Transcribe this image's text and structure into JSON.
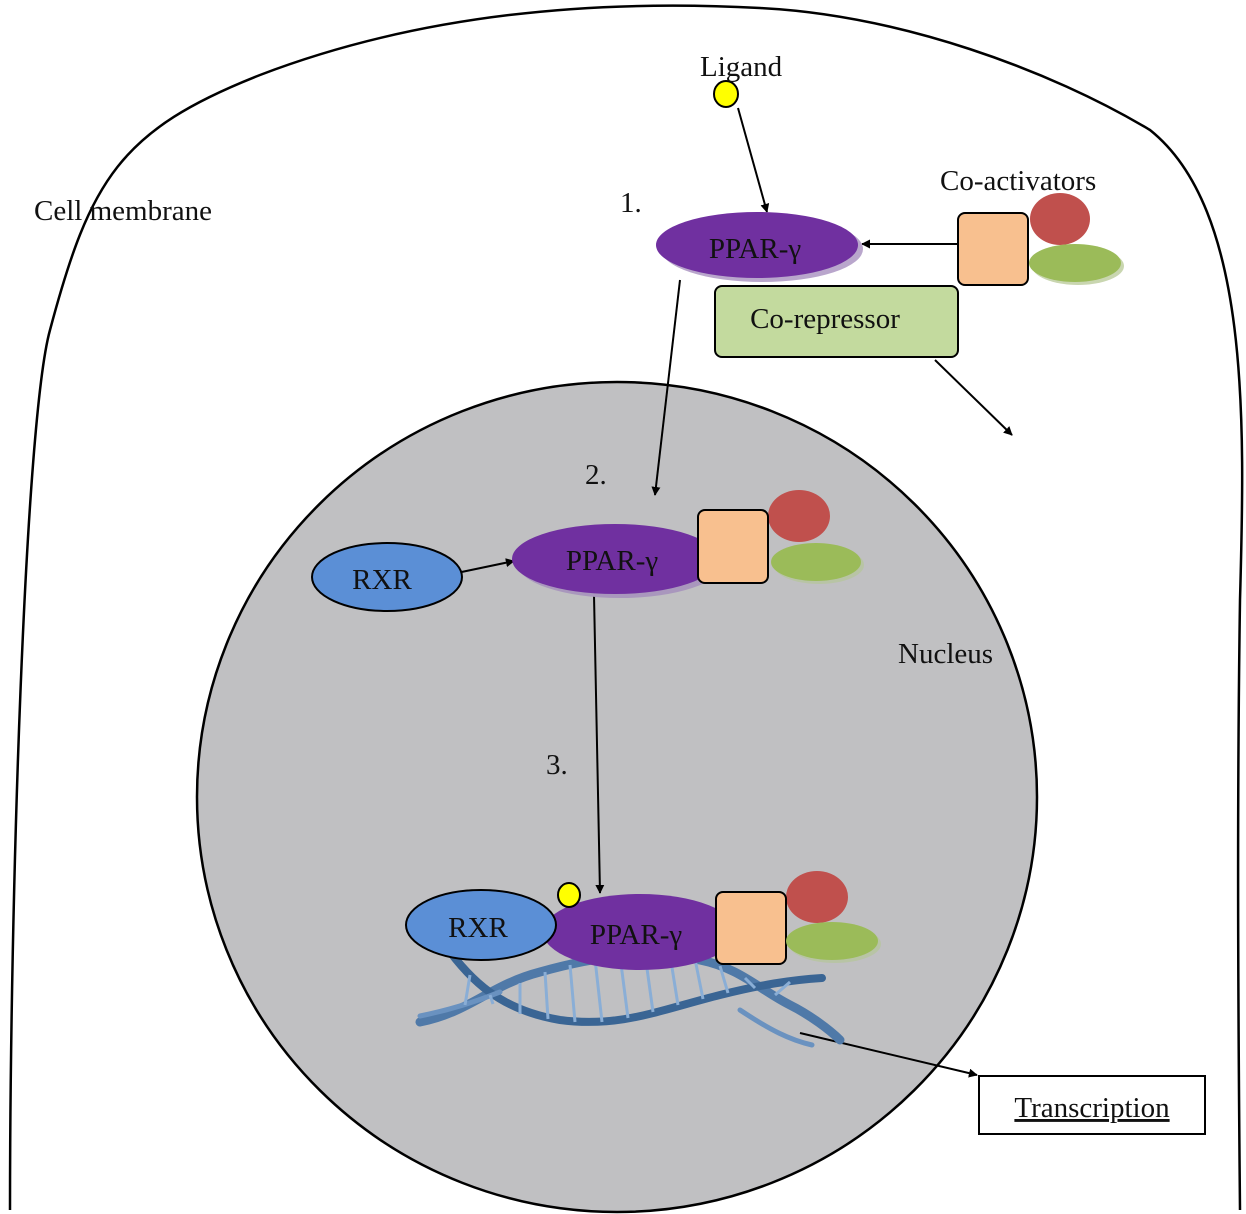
{
  "labels": {
    "cell_membrane": "Cell membrane",
    "ligand": "Ligand",
    "co_activators": "Co-activators",
    "co_repressor": "Co-repressor",
    "nucleus": "Nucleus",
    "transcription": "Transcription",
    "step1": "1.",
    "step2": "2.",
    "step3": "3."
  },
  "molecules": {
    "ppar_top": "PPAR-γ",
    "ppar_mid": "PPAR-γ",
    "ppar_bottom": "PPAR-γ",
    "rxr_mid": "RXR",
    "rxr_bottom": "RXR"
  },
  "colors": {
    "ppar": "#7030a0",
    "rxr": "#5b8fd6",
    "coactivator_square": "#f8c08f",
    "coactivator_red": "#c0504d",
    "coactivator_green": "#9bbb59",
    "co_repressor": "#c3da9e",
    "ligand": "#ffff00",
    "nucleus": "#c0c0c2",
    "dna": "#4f79a8"
  }
}
